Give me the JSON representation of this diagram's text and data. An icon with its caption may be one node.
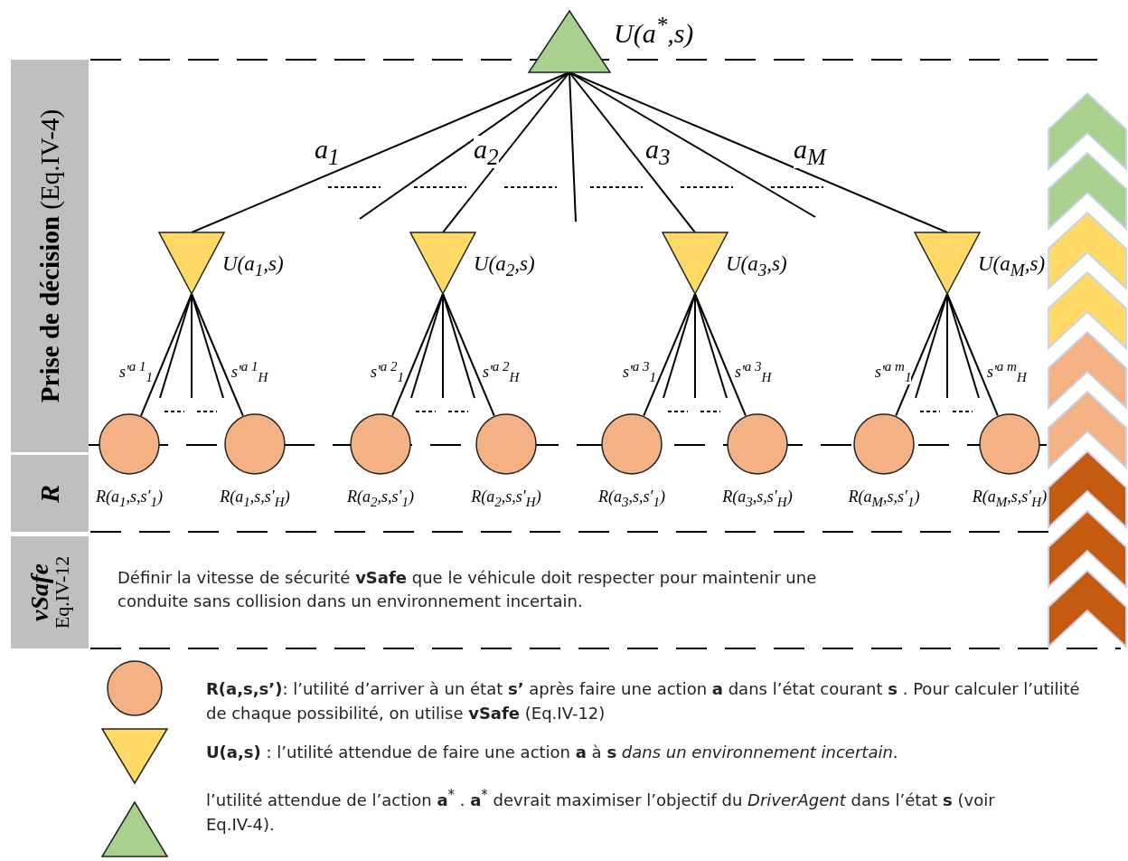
{
  "diagram": {
    "nodes": [
      {
        "text": [
          "U(a$^{*}$,s)"
        ]
      },
      {
        "text": [
          "U(a$_{1}$,s)"
        ]
      },
      {
        "text": [
          "U(a$_{2}$,s)"
        ]
      },
      {
        "text": [
          "U(a$_{3}$,s)"
        ]
      },
      {
        "text": [
          "U(a$_{M}$,s)"
        ]
      },
      {
        "text": [
          "R(a$_{1}$,s,s′$_{1}$)"
        ]
      },
      {
        "text": [
          "R(a$_{1}$,s,s′$_{H}$)"
        ]
      },
      {
        "text": [
          "R(a$_{2}$,s,s′$_{1}$)"
        ]
      },
      {
        "text": [
          "R(a$_{2}$,s,s′$_{H}$)"
        ]
      },
      {
        "text": [
          "R(a$_{3}$,s,s′$_{1}$)"
        ]
      },
      {
        "text": [
          "R(a$_{3}$,s,s′$_{H}$)"
        ]
      },
      {
        "text": [
          "R(a$_{M}$,s,s′$_{1}$)"
        ]
      },
      {
        "text": [
          "R(a$_{M}$,s,s′$_{H}$)"
        ]
      },
      {
        "text": [
          "**Prise de décision** (Eq.IV-4)"
        ]
      },
      {
        "text": [
          "R"
        ]
      },
      {
        "text": [
          "vSafe",
          "Eq.IV-12"
        ]
      }
    ],
    "edges": [
      {
        "from": 0,
        "to": 1,
        "arrow": "none",
        "label": "a$_{1}$"
      },
      {
        "from": 0,
        "to": null,
        "arrow": "none"
      },
      {
        "from": 0,
        "to": 2,
        "arrow": "none",
        "label": "a$_{2}$"
      },
      {
        "from": 0,
        "to": null,
        "arrow": "none"
      },
      {
        "from": 0,
        "to": 3,
        "arrow": "none",
        "label": "a$_{3}$"
      },
      {
        "from": 0,
        "to": null,
        "arrow": "none"
      },
      {
        "from": 0,
        "to": 4,
        "arrow": "none",
        "label": "a$_{M}$"
      },
      {
        "from": 1,
        "to": 5,
        "arrow": "none",
        "label": "s'$^{a 1}$$_{1}$"
      },
      {
        "from": 1,
        "to": null,
        "arrow": "none"
      },
      {
        "from": 1,
        "to": null,
        "arrow": "none"
      },
      {
        "from": 1,
        "to": null,
        "arrow": "none"
      },
      {
        "from": 1,
        "to": 6,
        "arrow": "none",
        "label": "s'$^{a 1}$$_{H}$"
      },
      {
        "from": 2,
        "to": 7,
        "arrow": "none",
        "label": "s'$^{a 2}$$_{1}$"
      },
      {
        "from": 2,
        "to": null,
        "arrow": "none"
      },
      {
        "from": 2,
        "to": null,
        "arrow": "none"
      },
      {
        "from": 2,
        "to": null,
        "arrow": "none"
      },
      {
        "from": 2,
        "to": 8,
        "arrow": "none",
        "label": "s'$^{a 2}$$_{H}$"
      },
      {
        "from": 3,
        "to": 9,
        "arrow": "none",
        "label": "s'$^{a 3}$$_{1}$"
      },
      {
        "from": 3,
        "to": null,
        "arrow": "none"
      },
      {
        "from": 3,
        "to": null,
        "arrow": "none"
      },
      {
        "from": 3,
        "to": null,
        "arrow": "none"
      },
      {
        "from": 3,
        "to": 10,
        "arrow": "none",
        "label": "s'$^{a 3}$$_{H}$"
      },
      {
        "from": 4,
        "to": 11,
        "arrow": "none",
        "label": "s'$^{a m}$$_{1}$"
      },
      {
        "from": 4,
        "to": null,
        "arrow": "none"
      },
      {
        "from": 4,
        "to": null,
        "arrow": "none"
      },
      {
        "from": 4,
        "to": null,
        "arrow": "none"
      },
      {
        "from": 4,
        "to": 12,
        "arrow": "none",
        "label": "s'$^{a m}$$_{H}$"
      }
    ],
    "labels": [
      "Définir la vitesse de sécurité **vSafe** que le véhicule doit respecter pour maintenir une conduite sans collision dans un environnement incertain."
    ],
    "legend": [
      {
        "text": "**R(a,s,s’)**: l’utilité d’arriver à un état **s’** après faire une action **a** dans l’état courant **s** . Pour calculer l’utilité de chaque possibilité, on utilise **vSafe** (Eq.IV-12)"
      },
      {
        "text": "**U(a,s)** : l’utilité attendue de faire une action **a** à **s** *dans un environnement incertain*."
      },
      {
        "text": "l’utilité attendue de l’action **a**$^{*}$ . **a**$^{*}$ devrait maximiser l’objectif du *DriverAgent* dans l’état **s** (voir Eq.IV-4)."
      }
    ]
  }
}
